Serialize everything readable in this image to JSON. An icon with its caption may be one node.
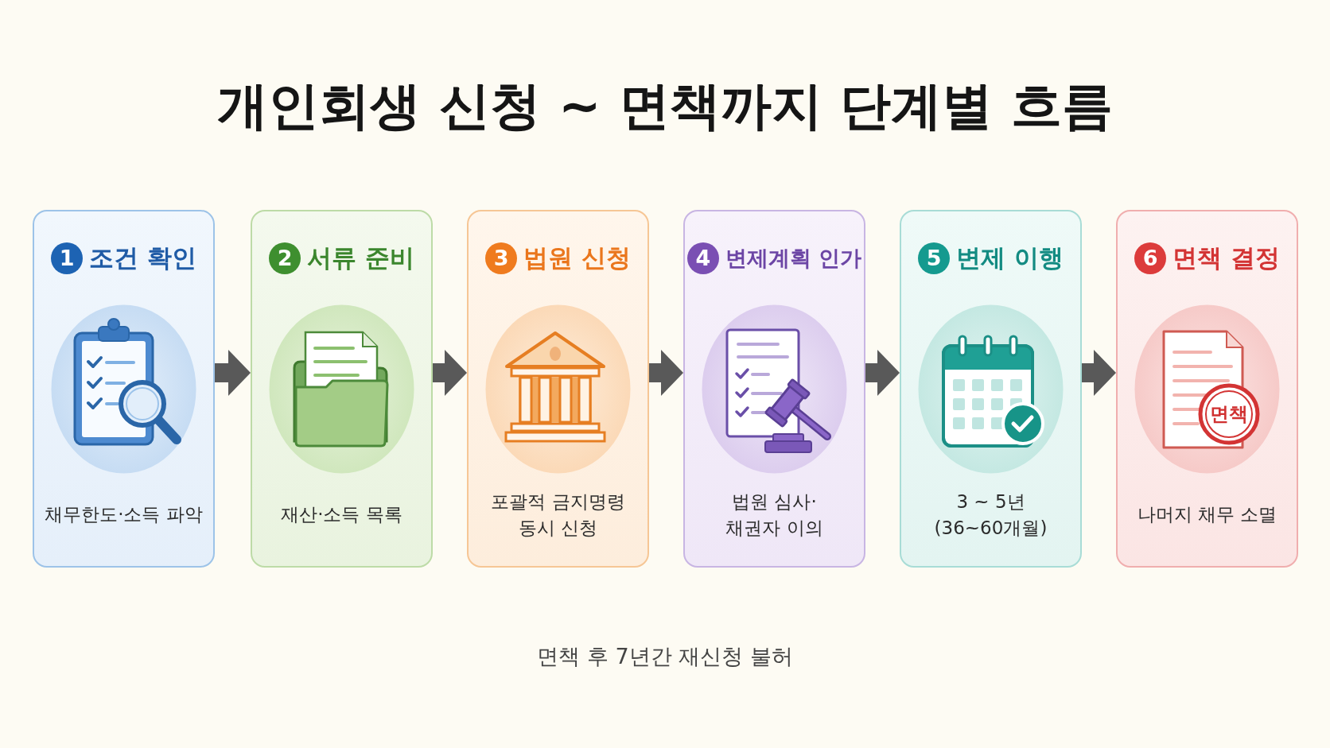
{
  "diagram": {
    "title": "개인회생 신청 ~ 면책까지 단계별 흐름",
    "nodes": [
      {
        "text": [
          "1",
          "조건 확인",
          "채무한도·소득 파악"
        ]
      },
      {
        "text": [
          "2",
          "서류 준비",
          "재산·소득 목록"
        ]
      },
      {
        "text": [
          "3",
          "법원 신청",
          "포괄적 금지명령 동시 신청"
        ]
      },
      {
        "text": [
          "4",
          "변제계획 인가",
          "법원 심사· 채권자 이의"
        ]
      },
      {
        "text": [
          "5",
          "변제 이행",
          "3 ~ 5년 (36~60개월)"
        ]
      },
      {
        "text": [
          "6",
          "면책 결정",
          "나머지 채무 소멸"
        ]
      }
    ],
    "edges": [
      {
        "from": 0,
        "to": 1,
        "arrow": "to"
      },
      {
        "from": 1,
        "to": 2,
        "arrow": "to"
      },
      {
        "from": 2,
        "to": 3,
        "arrow": "to"
      },
      {
        "from": 3,
        "to": 4,
        "arrow": "to"
      },
      {
        "from": 4,
        "to": 5,
        "arrow": "to"
      }
    ],
    "labels": [
      "면책"
    ],
    "caption": "면책 후 7년간 재신청 불허"
  }
}
